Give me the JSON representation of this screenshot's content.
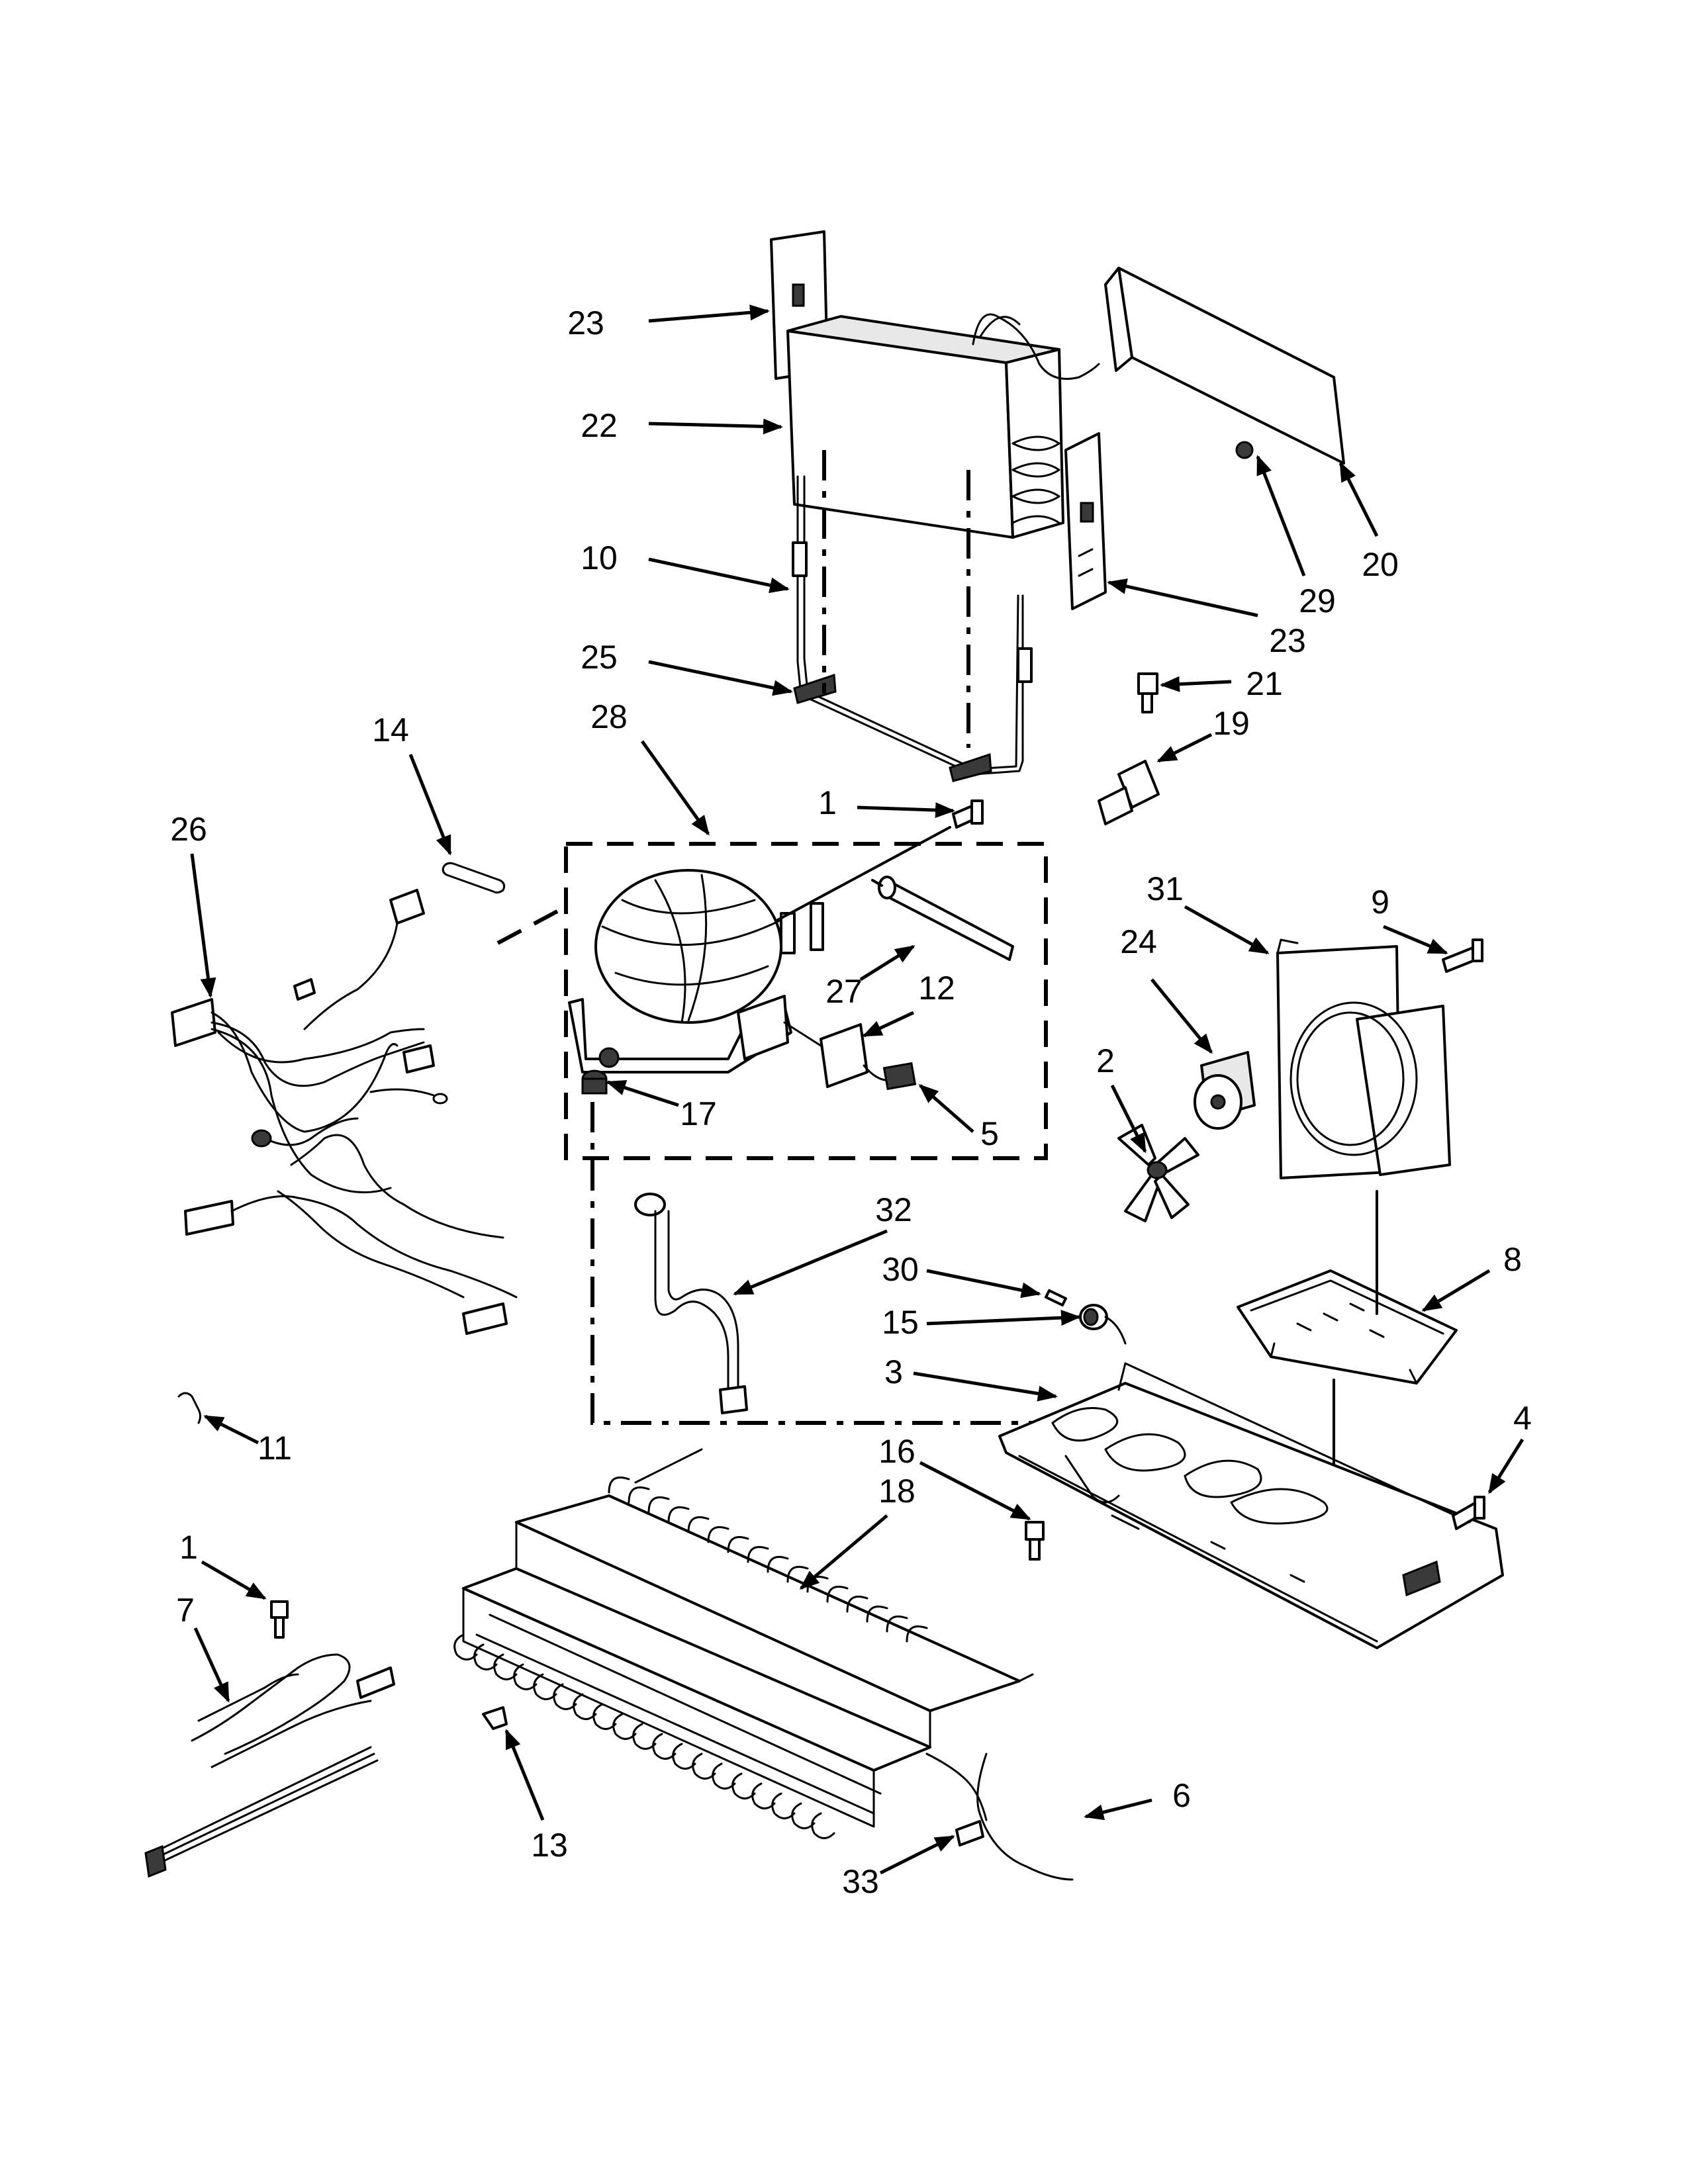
{
  "callouts": [
    {
      "id": "c23a",
      "text": "23"
    },
    {
      "id": "c22",
      "text": "22"
    },
    {
      "id": "c10",
      "text": "10"
    },
    {
      "id": "c25",
      "text": "25"
    },
    {
      "id": "c28",
      "text": "28"
    },
    {
      "id": "c14",
      "text": "14"
    },
    {
      "id": "c26",
      "text": "26"
    },
    {
      "id": "c1a",
      "text": "1"
    },
    {
      "id": "c27",
      "text": "27"
    },
    {
      "id": "c12",
      "text": "12"
    },
    {
      "id": "c17",
      "text": "17"
    },
    {
      "id": "c5",
      "text": "5"
    },
    {
      "id": "c20",
      "text": "20"
    },
    {
      "id": "c29",
      "text": "29"
    },
    {
      "id": "c23b",
      "text": "23"
    },
    {
      "id": "c21",
      "text": "21"
    },
    {
      "id": "c19",
      "text": "19"
    },
    {
      "id": "c31",
      "text": "31"
    },
    {
      "id": "c9",
      "text": "9"
    },
    {
      "id": "c24",
      "text": "24"
    },
    {
      "id": "c2",
      "text": "2"
    },
    {
      "id": "c32",
      "text": "32"
    },
    {
      "id": "c30",
      "text": "30"
    },
    {
      "id": "c15",
      "text": "15"
    },
    {
      "id": "c8",
      "text": "8"
    },
    {
      "id": "c3",
      "text": "3"
    },
    {
      "id": "c4",
      "text": "4"
    },
    {
      "id": "c11",
      "text": "11"
    },
    {
      "id": "c16",
      "text": "16"
    },
    {
      "id": "c18",
      "text": "18"
    },
    {
      "id": "c1b",
      "text": "1"
    },
    {
      "id": "c7",
      "text": "7"
    },
    {
      "id": "c13",
      "text": "13"
    },
    {
      "id": "c6",
      "text": "6"
    },
    {
      "id": "c33",
      "text": "33"
    }
  ]
}
